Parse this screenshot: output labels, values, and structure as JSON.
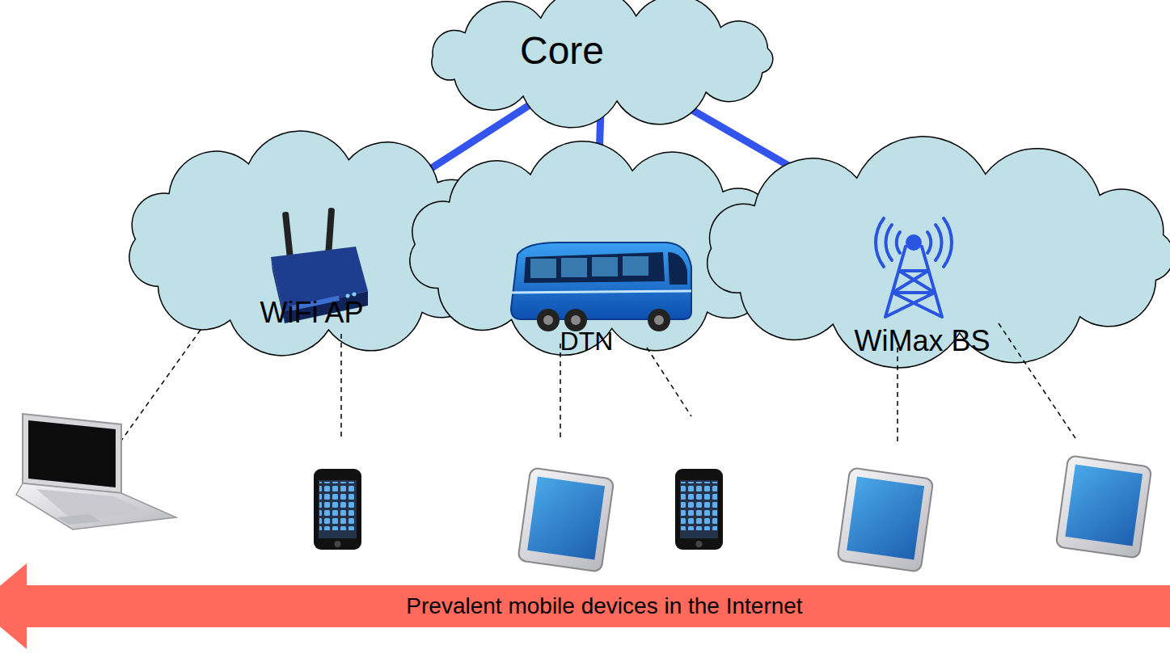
{
  "diagram": {
    "nodes": [
      {
        "text": [
          "Core"
        ]
      },
      {
        "text": [
          "WiFi AP"
        ]
      },
      {
        "text": [
          "DTN"
        ]
      },
      {
        "text": [
          "WiMax BS"
        ]
      },
      {
        "text": [
          "Prevalent mobile devices in the Internet"
        ]
      }
    ],
    "edges": [
      {
        "from": 0,
        "to": 1,
        "arrow": "none"
      },
      {
        "from": 0,
        "to": 2,
        "arrow": "none"
      },
      {
        "from": 0,
        "to": 3,
        "arrow": "none"
      }
    ]
  }
}
